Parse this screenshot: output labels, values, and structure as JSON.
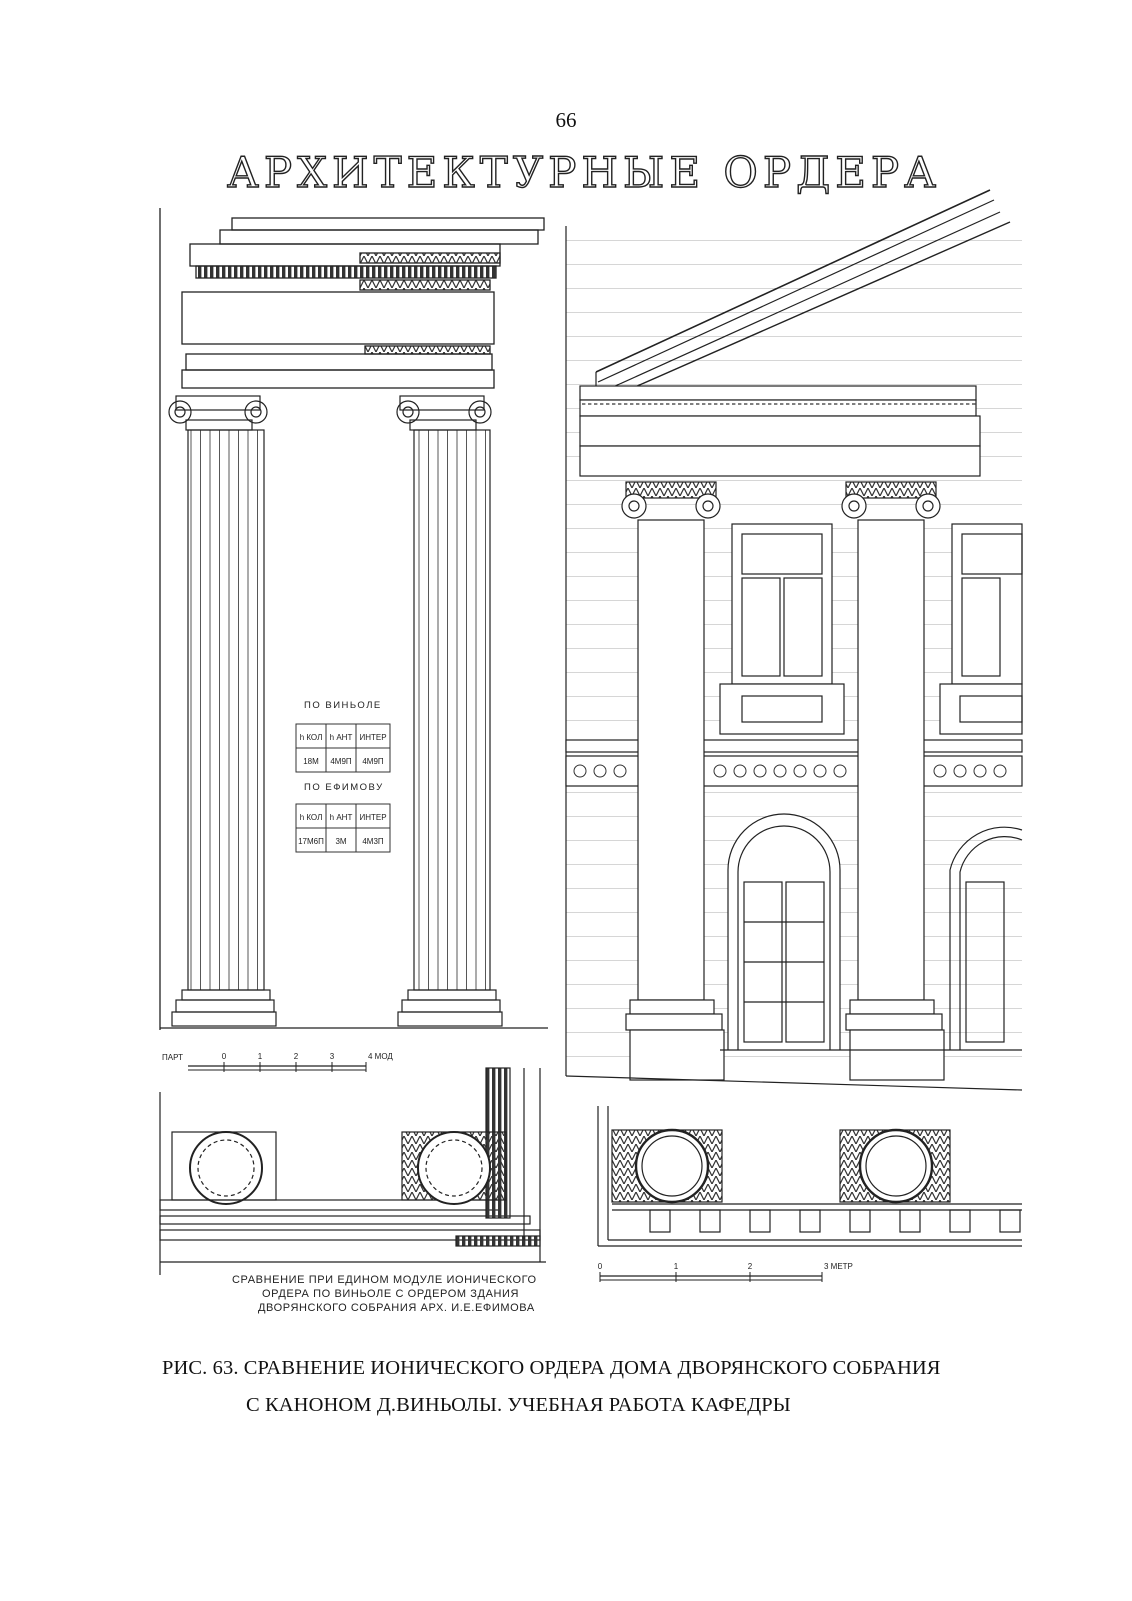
{
  "page_number": "66",
  "plate": {
    "title": "АРХИТЕКТУРНЫЕ ОРДЕРА",
    "table": {
      "heading_1": "ПО ВИНЬОЛЕ",
      "row1_headers": [
        "h КОЛ",
        "h АНТ",
        "ИНТЕР"
      ],
      "row1_values": [
        "18М",
        "4М9П",
        "4М9П"
      ],
      "heading_2": "ПО ЕФИМОВУ",
      "row2_headers": [
        "h КОЛ",
        "h АНТ",
        "ИНТЕР"
      ],
      "row2_values": [
        "17М6П",
        "3М",
        "4М3П"
      ]
    },
    "scale_left": {
      "label": "ПАРТ",
      "ticks": [
        "0",
        "1",
        "2",
        "3",
        "4 МОД"
      ]
    },
    "scale_right": {
      "ticks": [
        "0",
        "1",
        "2",
        "3 МЕТР"
      ]
    },
    "note_lines": [
      "СРАВНЕНИЕ ПРИ ЕДИНОМ МОДУЛЕ ИОНИЧЕСКОГО",
      "ОРДЕРА ПО ВИНЬОЛЕ С ОРДЕРОМ ЗДАНИЯ",
      "ДВОРЯНСКОГО СОБРАНИЯ АРХ. И.Е.ЕФИМОВА"
    ]
  },
  "caption": {
    "line1": "РИС. 63. СРАВНЕНИЕ ИОНИЧЕСКОГО ОРДЕРА  ДОМА ДВОРЯНСКОГО СОБРАНИЯ",
    "line2": "С КАНОНОМ Д.ВИНЬОЛЫ. УЧЕБНАЯ РАБОТА КАФЕДРЫ"
  }
}
